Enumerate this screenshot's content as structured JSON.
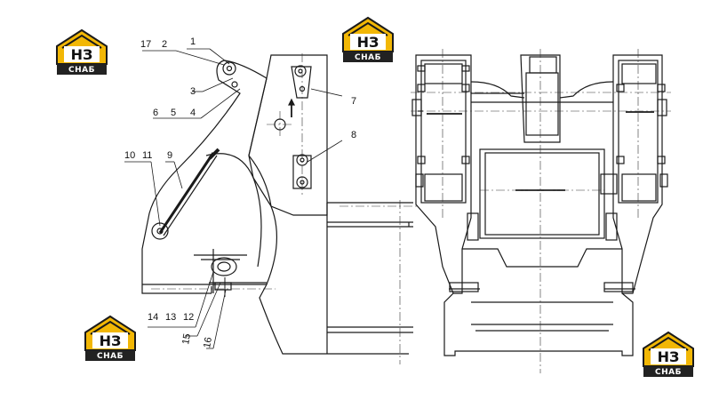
{
  "logo": {
    "main": "НЗ",
    "sub": "СНАБ",
    "accent": "#f2b705",
    "dark": "#222222"
  },
  "callouts": {
    "c1": "1",
    "c2": "2",
    "c3": "3",
    "c4": "4",
    "c5": "5",
    "c6": "6",
    "c7": "7",
    "c8": "8",
    "c9": "9",
    "c10": "10",
    "c11": "11",
    "c12": "12",
    "c13": "13",
    "c14": "14",
    "c15": "15",
    "c16": "16",
    "c17": "17"
  },
  "colors": {
    "line": "#1a1a1a",
    "centerline": "#333333",
    "background": "#ffffff"
  }
}
